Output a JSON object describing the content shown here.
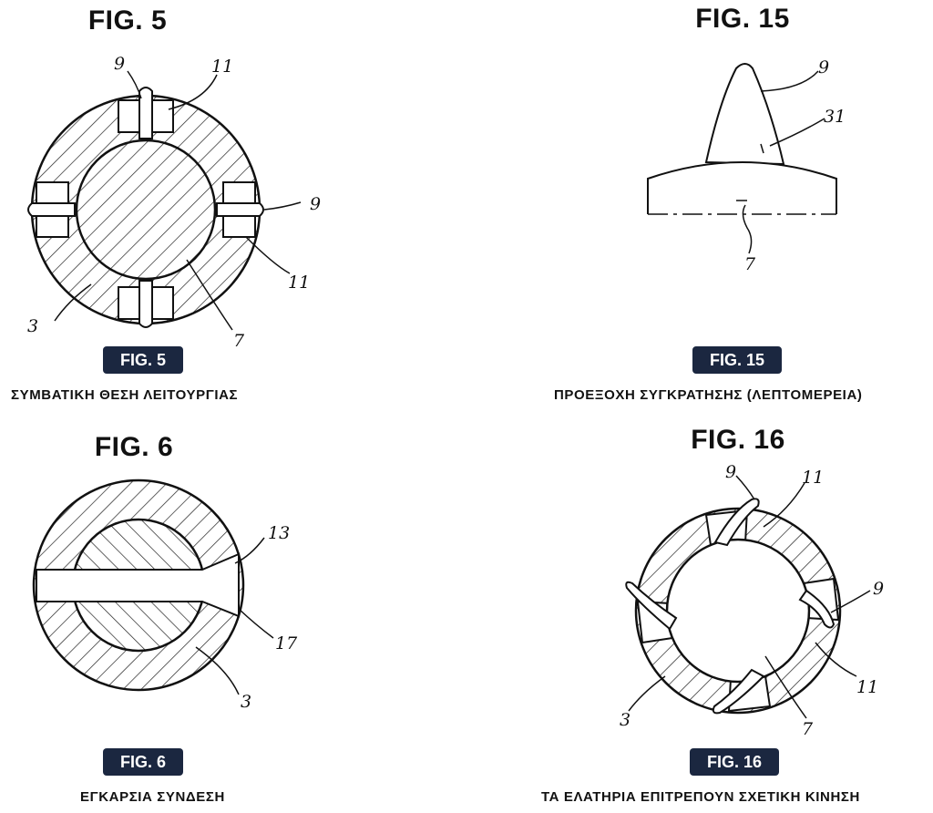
{
  "panels": {
    "fig5": {
      "title": "FIG. 5",
      "badge": "FIG. 5",
      "caption": "ΣΥΜΒΑΤΙΚΗ ΘΕΣΗ ΛΕΙΤΟΥΡΓΙΑΣ",
      "labels": {
        "l9a": "9",
        "l11a": "11",
        "l9b": "9",
        "l11b": "11",
        "l3": "3",
        "l7": "7"
      }
    },
    "fig15": {
      "title": "FIG. 15",
      "badge": "FIG. 15",
      "caption": "ΠΡΟΕΞΟΧΗ ΣΥΓΚΡΑΤΗΣΗΣ (ΛΕΠΤΟΜΕΡΕΙΑ)",
      "labels": {
        "l9": "9",
        "l31": "31",
        "l7": "7"
      }
    },
    "fig6": {
      "title": "FIG. 6",
      "badge": "FIG. 6",
      "caption": "ΕΓΚΑΡΣΙΑ ΣΥΝΔΕΣΗ",
      "labels": {
        "l13": "13",
        "l17": "17",
        "l3": "3"
      }
    },
    "fig16": {
      "title": "FIG. 16",
      "badge": "FIG. 16",
      "caption": "ΤΑ ΕΛΑΤΗΡΙΑ ΕΠΙΤΡΕΠΟΥΝ ΣΧΕΤΙΚΗ ΚΙΝΗΣΗ",
      "labels": {
        "l9a": "9",
        "l11a": "11",
        "l9b": "9",
        "l11b": "11",
        "l3": "3",
        "l7": "7"
      }
    }
  }
}
